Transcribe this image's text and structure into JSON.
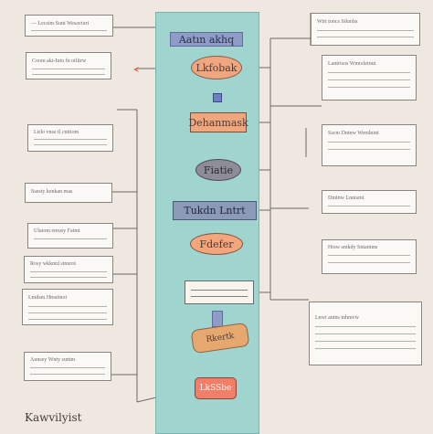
{
  "diagram": {
    "title": "Aatın akhq",
    "nodes": [
      {
        "id": "n1",
        "label": "Lkfobak"
      },
      {
        "id": "n2",
        "label": "Dehanmask"
      },
      {
        "id": "n3",
        "label": "Fiatie"
      },
      {
        "id": "n4",
        "label": "Tukdn Lntrt"
      },
      {
        "id": "n5",
        "label": "Fdefer"
      },
      {
        "id": "n6",
        "label": ""
      },
      {
        "id": "n7",
        "label": "Rkertk"
      },
      {
        "id": "n8",
        "label": "LkSSbe"
      }
    ]
  },
  "side_cards": {
    "left": [
      "— Lecsim Sunt Wesaviuri",
      "Coom akt-Iuto fn otlitrw",
      "Ltrlo vnse tl cnttiom",
      "Ssesty kenkan mas",
      "Ulatom emusy Fatmi",
      "Rosy wkkntd stnurot",
      "Lmdsm Hmsitnot",
      "Aunsey Wnty suntm"
    ],
    "right": [
      "Wirt toncs Sikmhs",
      "Lantrisos Wmrsfetnut",
      "Sscm Dntnw Wemlnint",
      "Dmtnw Lnntsmt",
      "Hrsw smkdy Sntatmns",
      "Lnwt antns tnhmvw"
    ]
  },
  "footer": {
    "label": "Kawvilyist"
  },
  "colors": {
    "background": "#efe8e1",
    "panel": "#9fd4cf",
    "accent_orange": "#f1a77e",
    "accent_blue": "#8e9cc7",
    "accent_gray": "#8e8c96",
    "accent_red": "#f07e68"
  }
}
